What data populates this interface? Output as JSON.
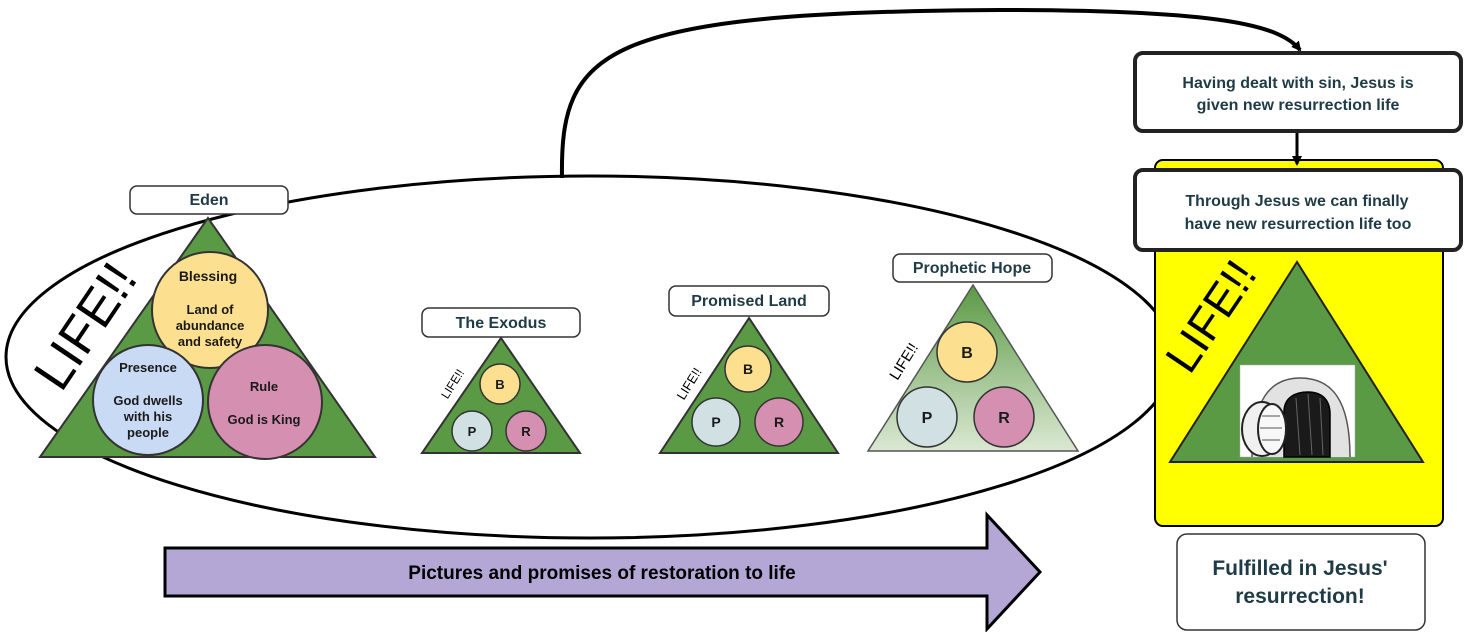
{
  "eden": {
    "title": "Eden",
    "life": "LIFE!!",
    "blessing_line1": "Blessing",
    "blessing_line2": "Land of",
    "blessing_line3": "abundance",
    "blessing_line4": "and safety",
    "presence_line1": "Presence",
    "presence_line2": "God dwells",
    "presence_line3": "with his",
    "presence_line4": "people",
    "rule_line1": "Rule",
    "rule_line2": "God is King"
  },
  "exodus": {
    "title": "The Exodus",
    "life": "LIFE!!",
    "b": "B",
    "p": "P",
    "r": "R"
  },
  "promised_land": {
    "title": "Promised Land",
    "life": "LIFE!!",
    "b": "B",
    "p": "P",
    "r": "R"
  },
  "prophetic_hope": {
    "title": "Prophetic Hope",
    "life": "LIFE!!",
    "b": "B",
    "p": "P",
    "r": "R"
  },
  "arrow_text": "Pictures and promises of restoration to life",
  "resurrection": {
    "box1_line1": "Having dealt with sin, Jesus is",
    "box1_line2": "given new resurrection life",
    "box2_line1": "Through Jesus we can finally",
    "box2_line2": "have new resurrection life too",
    "life": "LIFE!!",
    "fulfilled_line1": "Fulfilled in Jesus'",
    "fulfilled_line2": "resurrection!"
  },
  "colors": {
    "triangle_green": "#5b9a45",
    "blessing_yellow": "#fce08f",
    "presence_blue": "#c9daf5",
    "rule_pink": "#d58fb0",
    "p_circle": "#d0e0e3",
    "arrow_purple": "#b4a7d6",
    "highlight_yellow": "#ffff00",
    "title_text": "#1f3b46"
  }
}
